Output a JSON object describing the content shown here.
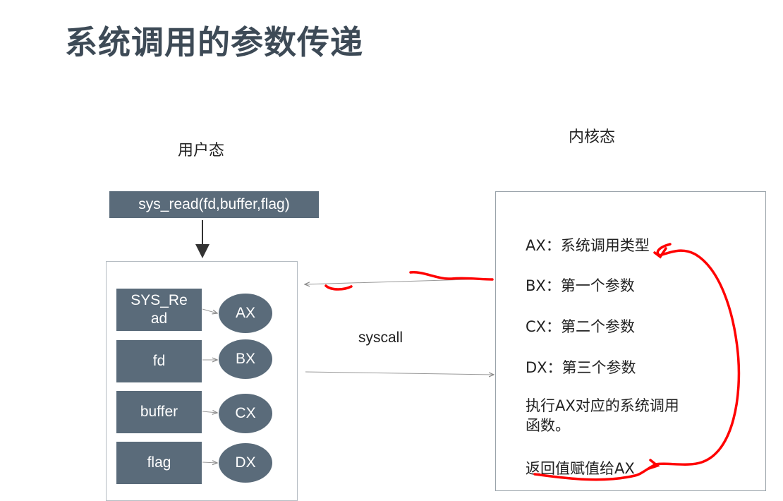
{
  "title": "系统调用的参数传递",
  "user_label": "用户态",
  "kernel_label": "内核态",
  "call_box": "sys_read(fd,buffer,flag)",
  "params": [
    {
      "name": "SYS_Re\nad",
      "reg": "AX"
    },
    {
      "name": "fd",
      "reg": "BX"
    },
    {
      "name": "buffer",
      "reg": "CX"
    },
    {
      "name": "flag",
      "reg": "DX"
    }
  ],
  "syscall_label": "syscall",
  "kernel_lines": [
    "AX：系统调用类型",
    "BX：第一个参数",
    "CX：第二个参数",
    "DX：第三个参数",
    "执行AX对应的系统调用\n函数。",
    "返回值赋值给AX"
  ],
  "colors": {
    "box_fill": "#5a6b7a",
    "title": "#3d4a56",
    "annotation": "#ff0000"
  }
}
